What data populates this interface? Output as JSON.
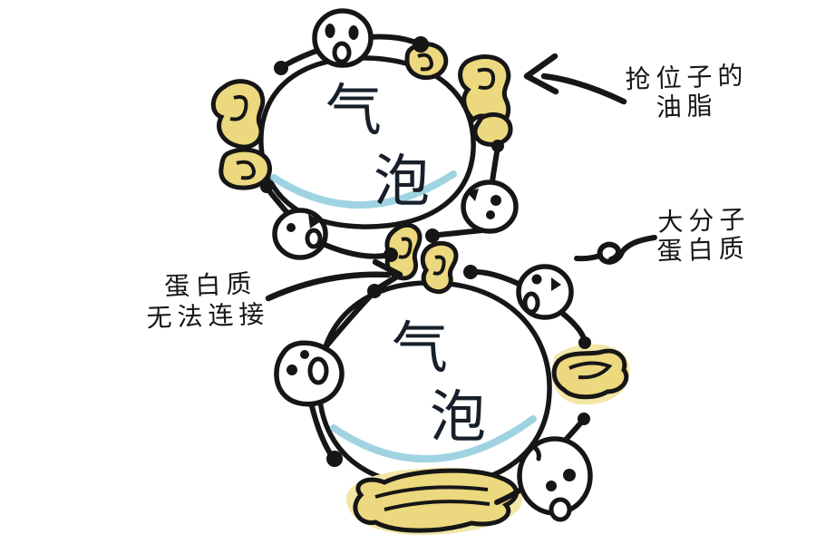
{
  "diagram": {
    "description_type": "hand-drawn-cartoon",
    "bubbles": {
      "top": {
        "char1": "气",
        "char2": "泡"
      },
      "bottom": {
        "char1": "气",
        "char2": "泡"
      }
    },
    "labels": {
      "fat_grabbing": {
        "line1": "抢位子的",
        "line2": "油脂"
      },
      "macromolecule": {
        "line1": "大分子",
        "line2": "蛋白质"
      },
      "cannot_connect": {
        "line1": "蛋白质",
        "line2": "无法连接"
      }
    }
  },
  "colors": {
    "background": "#ffffff",
    "outline": "#161616",
    "bubble_fill": "#cdeef6",
    "bubble_shadow": "#8fcbdd",
    "fat_fill": "#ecd87e",
    "fat_glow": "#f3e7a6",
    "protein_fill": "#ffffff"
  }
}
